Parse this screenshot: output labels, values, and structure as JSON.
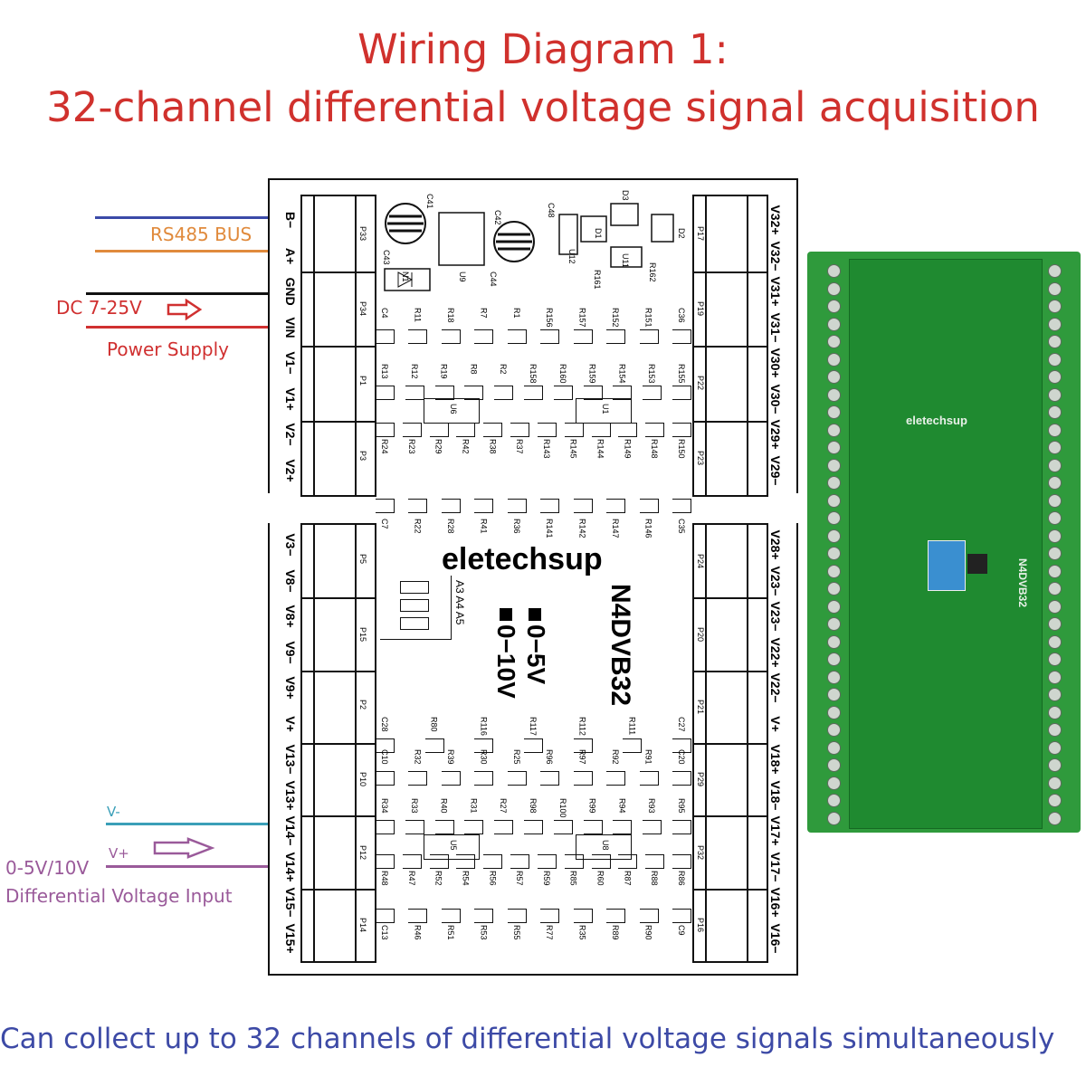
{
  "title": {
    "line1": "Wiring Diagram 1:",
    "line2": "32-channel differential voltage signal acquisition"
  },
  "caption": "Can collect up to 32 channels of differential voltage signals simultaneously",
  "wiring": {
    "rs485_label": "RS485 BUS",
    "dc_label": "DC 7-25V",
    "power_label": "Power Supply",
    "vminus_label": "V-",
    "vplus_label": "V+",
    "input_range_label": "0-5V/10V",
    "input_type_label": "Differential Voltage Input",
    "colors": {
      "rs485_b": "#3b4aa8",
      "rs485_a": "#e08a3c",
      "gnd": "#111111",
      "vin": "#d03030",
      "v_minus": "#3a9fb8",
      "v_plus": "#9a5a9a",
      "title": "#d0312d",
      "caption": "#3d4aa6"
    }
  },
  "board": {
    "left_top_terminals": [
      "B−",
      "A+",
      "GND",
      "VIN",
      "V1−",
      "V1+",
      "V2−",
      "V2+"
    ],
    "left_bottom_terminals": [
      "V3−",
      "V8−",
      "V8+",
      "V9−",
      "V9+",
      "V+",
      "V13−",
      "V13+",
      "V14−",
      "V14+",
      "V15−",
      "V15+"
    ],
    "right_top_terminals": [
      "V32+",
      "V32−",
      "V31+",
      "V31−",
      "V30+",
      "V30−",
      "V29+",
      "V29−"
    ],
    "right_bottom_terminals": [
      "V28+",
      "V23−",
      "V23−",
      "V22+",
      "V22−",
      "V+",
      "V18+",
      "V18−",
      "V17+",
      "V17−",
      "V16+",
      "V16−"
    ],
    "left_top_ports": [
      "P33",
      "P34",
      "P1",
      "P3"
    ],
    "left_bottom_ports": [
      "P5",
      "P15",
      "P2",
      "P10",
      "P12",
      "P14"
    ],
    "right_top_ports": [
      "P17",
      "P19",
      "P22",
      "P23"
    ],
    "right_bottom_ports": [
      "P24",
      "P20",
      "P21",
      "P29",
      "P32",
      "P16"
    ],
    "component_rows": [
      [
        "C4",
        "R11",
        "R18",
        "R7",
        "R1",
        "R156",
        "R157",
        "R152",
        "R151",
        "C36"
      ],
      [
        "R13",
        "R12",
        "R19",
        "R8",
        "R2",
        "R158",
        "R160",
        "R159",
        "R154",
        "R153",
        "R155"
      ],
      [
        "R24",
        "R23",
        "R29",
        "R42",
        "R38",
        "R37",
        "R143",
        "R145",
        "R144",
        "R149",
        "R148",
        "R150"
      ],
      [
        "C7",
        "R22",
        "R28",
        "R41",
        "R36",
        "R141",
        "R142",
        "R147",
        "R146",
        "C35"
      ],
      [
        "C28",
        "R80",
        "R116",
        "R117",
        "R112",
        "R111",
        "C27"
      ],
      [
        "C10",
        "R32",
        "R39",
        "R30",
        "R25",
        "R96",
        "R97",
        "R92",
        "R91",
        "C20"
      ],
      [
        "R34",
        "R33",
        "R40",
        "R31",
        "R27",
        "R98",
        "R100",
        "R99",
        "R94",
        "R93",
        "R95"
      ],
      [
        "R48",
        "R47",
        "R52",
        "R54",
        "R56",
        "R57",
        "R59",
        "R85",
        "R60",
        "R87",
        "R88",
        "R86"
      ],
      [
        "C13",
        "R46",
        "R51",
        "R53",
        "R55",
        "R77",
        "R35",
        "R89",
        "R90",
        "C9"
      ]
    ],
    "ics": [
      "U6",
      "U1",
      "U5",
      "U8"
    ],
    "top_parts": [
      "C41",
      "C42",
      "C43",
      "C44",
      "C48",
      "D1",
      "D2",
      "D3",
      "U9",
      "U12",
      "U11",
      "R161",
      "R162",
      "N1"
    ],
    "brand": "eletechsup",
    "model": "N4DVB32",
    "address_pins": "A3 A4 A5",
    "range_5v": "0−5V",
    "range_10v": "0−10V"
  },
  "photo": {
    "brand": "eletechsup",
    "model": "N4DVB32",
    "dip_color": "#3a8fd0"
  }
}
